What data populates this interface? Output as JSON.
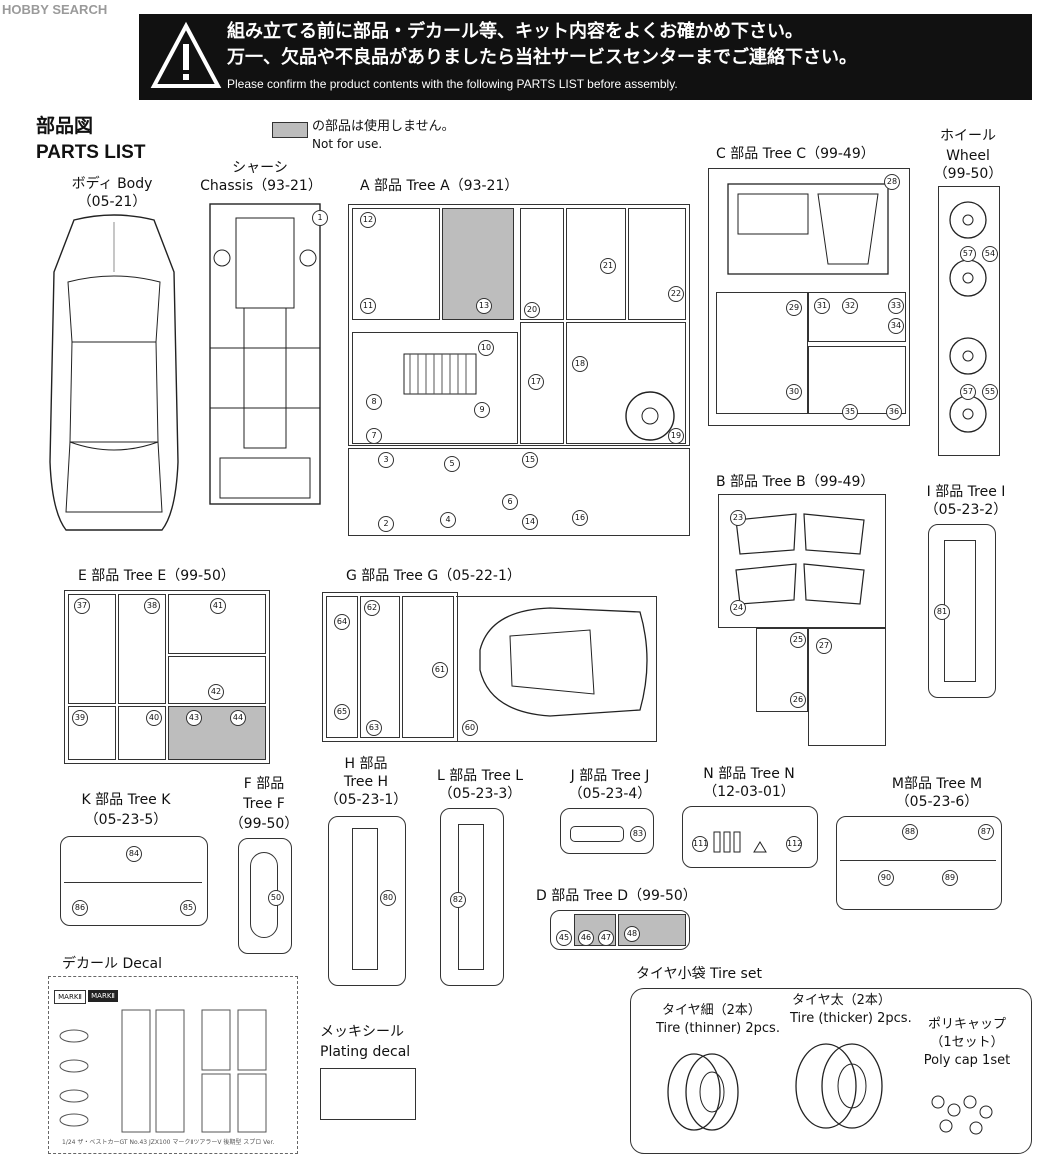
{
  "watermark": "HOBBY SEARCH",
  "warning": {
    "line1": "組み立てる前に部品・デカール等、キット内容をよくお確かめ下さい。",
    "line2": "万一、欠品や不良品がありましたら当社サービスセンターまでご連絡下さい。",
    "line3": "Please confirm the product contents with the following PARTS LIST before assembly."
  },
  "header": {
    "title_jp": "部品図",
    "title_en": "PARTS LIST",
    "legend_jp": "の部品は使用しません。",
    "legend_en": "Not for use."
  },
  "parts": {
    "body": {
      "label": "ボディ Body",
      "code": "（05-21）"
    },
    "chassis": {
      "label_jp": "シャーシ",
      "label_en": "Chassis（93-21）"
    },
    "tree_a": {
      "label": "A 部品 Tree A（93-21）",
      "numbers": [
        "12",
        "11",
        "13",
        "20",
        "21",
        "22",
        "10",
        "8",
        "9",
        "17",
        "18",
        "19",
        "7",
        "3",
        "2",
        "5",
        "4",
        "6",
        "15",
        "14",
        "16"
      ]
    },
    "tree_c": {
      "label": "C 部品 Tree C（99-49）",
      "numbers": [
        "28",
        "29",
        "30",
        "31",
        "32",
        "33",
        "34",
        "35",
        "36"
      ]
    },
    "wheel": {
      "label_jp": "ホイール",
      "label_en": "Wheel",
      "code": "（99-50）",
      "numbers": [
        "57",
        "54",
        "57",
        "55"
      ]
    },
    "tree_b": {
      "label": "B 部品 Tree B（99-49）",
      "numbers": [
        "23",
        "24",
        "25",
        "26",
        "27"
      ]
    },
    "tree_i": {
      "label": "I 部品 Tree I",
      "code": "（05-23-2）",
      "numbers": [
        "81"
      ]
    },
    "tree_e": {
      "label": "E 部品 Tree E（99-50）",
      "numbers": [
        "37",
        "38",
        "41",
        "42",
        "39",
        "40",
        "43",
        "44"
      ]
    },
    "tree_g": {
      "label": "G 部品 Tree G（05-22-1）",
      "numbers": [
        "64",
        "62",
        "61",
        "65",
        "63",
        "60"
      ]
    },
    "tree_k": {
      "label": "K 部品 Tree K",
      "code": "（05-23-5）",
      "numbers": [
        "84",
        "86",
        "85"
      ]
    },
    "tree_f": {
      "label_jp": "F 部品",
      "label_en": "Tree F",
      "code": "（99-50）",
      "numbers": [
        "50"
      ]
    },
    "tree_h": {
      "label_jp": "H 部品",
      "label_en": "Tree H",
      "code": "（05-23-1）",
      "numbers": [
        "80"
      ]
    },
    "tree_l": {
      "label": "L 部品 Tree L",
      "code": "（05-23-3）",
      "numbers": [
        "82"
      ]
    },
    "tree_j": {
      "label": "J 部品 Tree J",
      "code": "（05-23-4）",
      "numbers": [
        "83"
      ]
    },
    "tree_n": {
      "label": "N 部品 Tree N",
      "code": "（12-03-01）",
      "numbers": [
        "111",
        "112"
      ]
    },
    "tree_m": {
      "label": "M部品 Tree M",
      "code": "（05-23-6）",
      "numbers": [
        "88",
        "87",
        "90",
        "89"
      ]
    },
    "tree_d": {
      "label": "D 部品 Tree D（99-50）",
      "numbers": [
        "45",
        "46",
        "47",
        "48"
      ]
    }
  },
  "decal": {
    "label": "デカール Decal",
    "marks": [
      "MARKⅡ",
      "MARKⅡ"
    ],
    "footer": "1/24 ザ・ベストカーGT No.43 JZX100 マークⅡツアラーV 後期型 スプロ Ver."
  },
  "plating": {
    "label_jp": "メッキシール",
    "label_en": "Plating decal"
  },
  "tire_set": {
    "label": "タイヤ小袋 Tire set",
    "thin_jp": "タイヤ細（2本）",
    "thin_en": "Tire (thinner) 2pcs.",
    "thick_jp": "タイヤ太（2本）",
    "thick_en": "Tire (thicker) 2pcs.",
    "poly_jp": "ポリキャップ",
    "poly_qty": "（1セット）",
    "poly_en": "Poly cap 1set"
  },
  "colors": {
    "banner": "#111111",
    "not_for_use": "#bdbdbd",
    "ink": "#111111"
  }
}
